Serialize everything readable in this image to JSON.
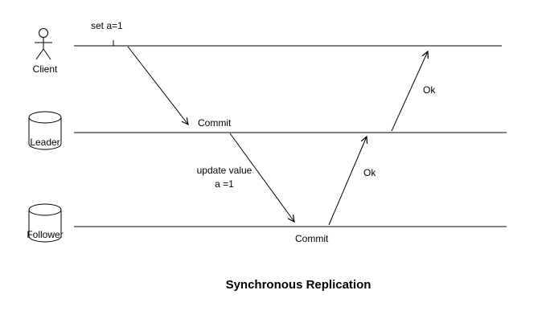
{
  "title": "Synchronous Replication",
  "actors": {
    "client": "Client",
    "leader": "Leader",
    "follower": "Follower"
  },
  "messages": {
    "set_a": "set a=1",
    "leader_commit": "Commit",
    "update_value_line1": "update value",
    "update_value_line2": "a =1",
    "follower_commit": "Commit",
    "ok_follower_to_leader": "Ok",
    "ok_leader_to_client": "Ok"
  },
  "colors": {
    "stroke": "#000000",
    "background": "#ffffff"
  }
}
